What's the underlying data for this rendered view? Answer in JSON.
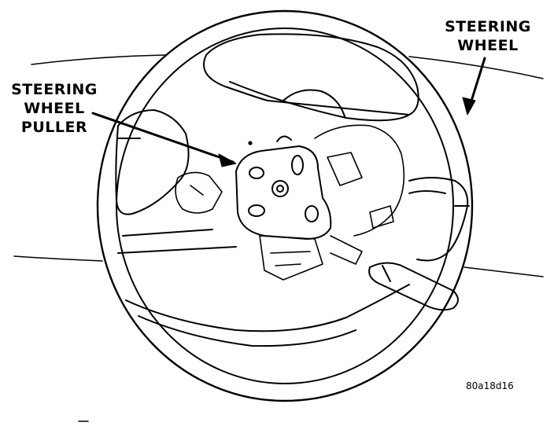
{
  "labels": {
    "steering_wheel": [
      "STEERING",
      "WHEEL"
    ],
    "steering_wheel_puller": [
      "STEERING",
      "WHEEL",
      "PULLER"
    ]
  },
  "figure_id": "80a18d16"
}
